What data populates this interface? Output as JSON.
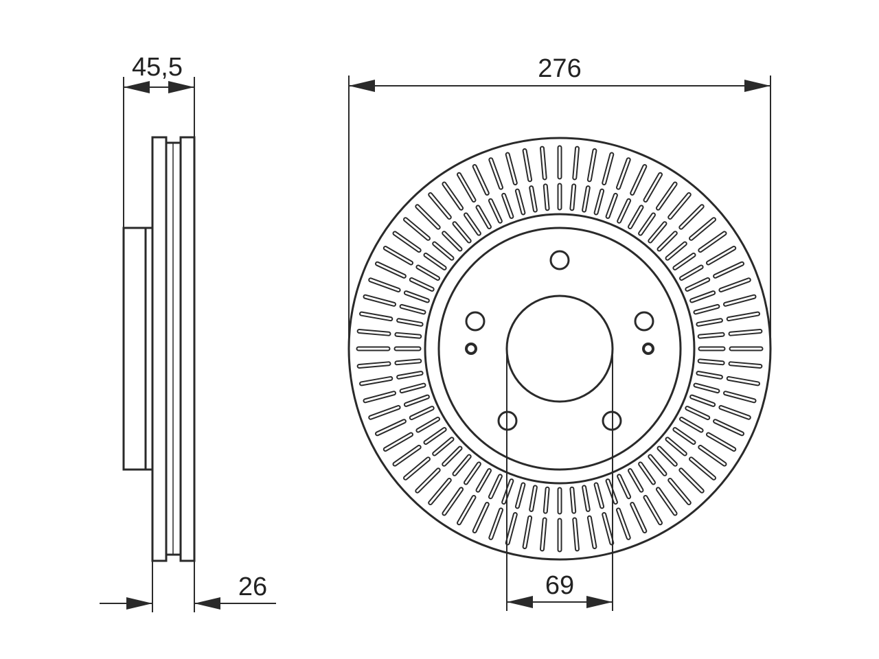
{
  "dimensions": {
    "overall_height": "45,5",
    "disc_thickness": "26",
    "outer_diameter": "276",
    "center_bore": "69"
  },
  "colors": {
    "line": "#2a2a2a",
    "background": "#ffffff"
  }
}
